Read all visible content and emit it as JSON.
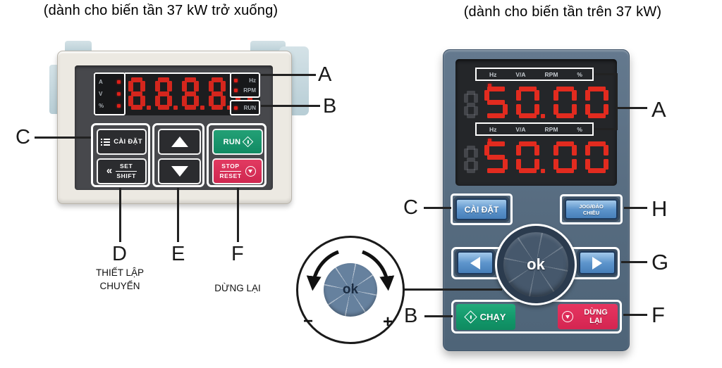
{
  "left_panel": {
    "title": "(dành cho biến tần 37 kW trở xuống)",
    "display": {
      "digits": "8.8.8.8.8.",
      "amp_label": "A",
      "volt_label": "V",
      "percent_label": "%",
      "hz_label": "Hz",
      "rpm_label": "RPM",
      "run_label": "RUN"
    },
    "buttons": {
      "cai_dat": "CÀI ĐẶT",
      "shift_symbol": "«",
      "set": "SET",
      "shift": "SHIFT",
      "run": "RUN",
      "stop": "STOP",
      "reset": "RESET"
    },
    "callouts": {
      "a": "A",
      "b": "B",
      "c": "C",
      "d": "D",
      "e": "E",
      "f": "F",
      "d_caption_line1": "THIẾT LẬP",
      "d_caption_line2": "CHUYỂN",
      "f_caption": "DỪNG LẠI"
    }
  },
  "right_panel": {
    "title": "(dành cho biến tần trên 37 kW)",
    "display": {
      "unit_labels": [
        "Hz",
        "V/A",
        "RPM",
        "%"
      ],
      "ghost_digit": "8",
      "row1_value": "50.00",
      "row2_value": "50.00"
    },
    "buttons": {
      "cai_dat": "CÀI ĐẶT",
      "jog": "JOG/ĐẢO CHIỀU",
      "ok": "ok",
      "chay": "CHẠY",
      "dung_lai": "DỪNG LẠI"
    },
    "callouts": {
      "a": "A",
      "b": "B",
      "c": "C",
      "f": "F",
      "g": "G",
      "h": "H"
    }
  },
  "inset": {
    "ok": "ok",
    "minus": "−",
    "plus": "+"
  },
  "colors": {
    "digit_red": "#d8281e",
    "indicator_red": "#e02019",
    "run_green": "#14926b",
    "stop_red": "#da2e55",
    "panel_blue": "#5b7085",
    "button_blue": "#5b96cf",
    "keypad_dark": "#47484c",
    "frame_beige": "#ece9e2"
  }
}
